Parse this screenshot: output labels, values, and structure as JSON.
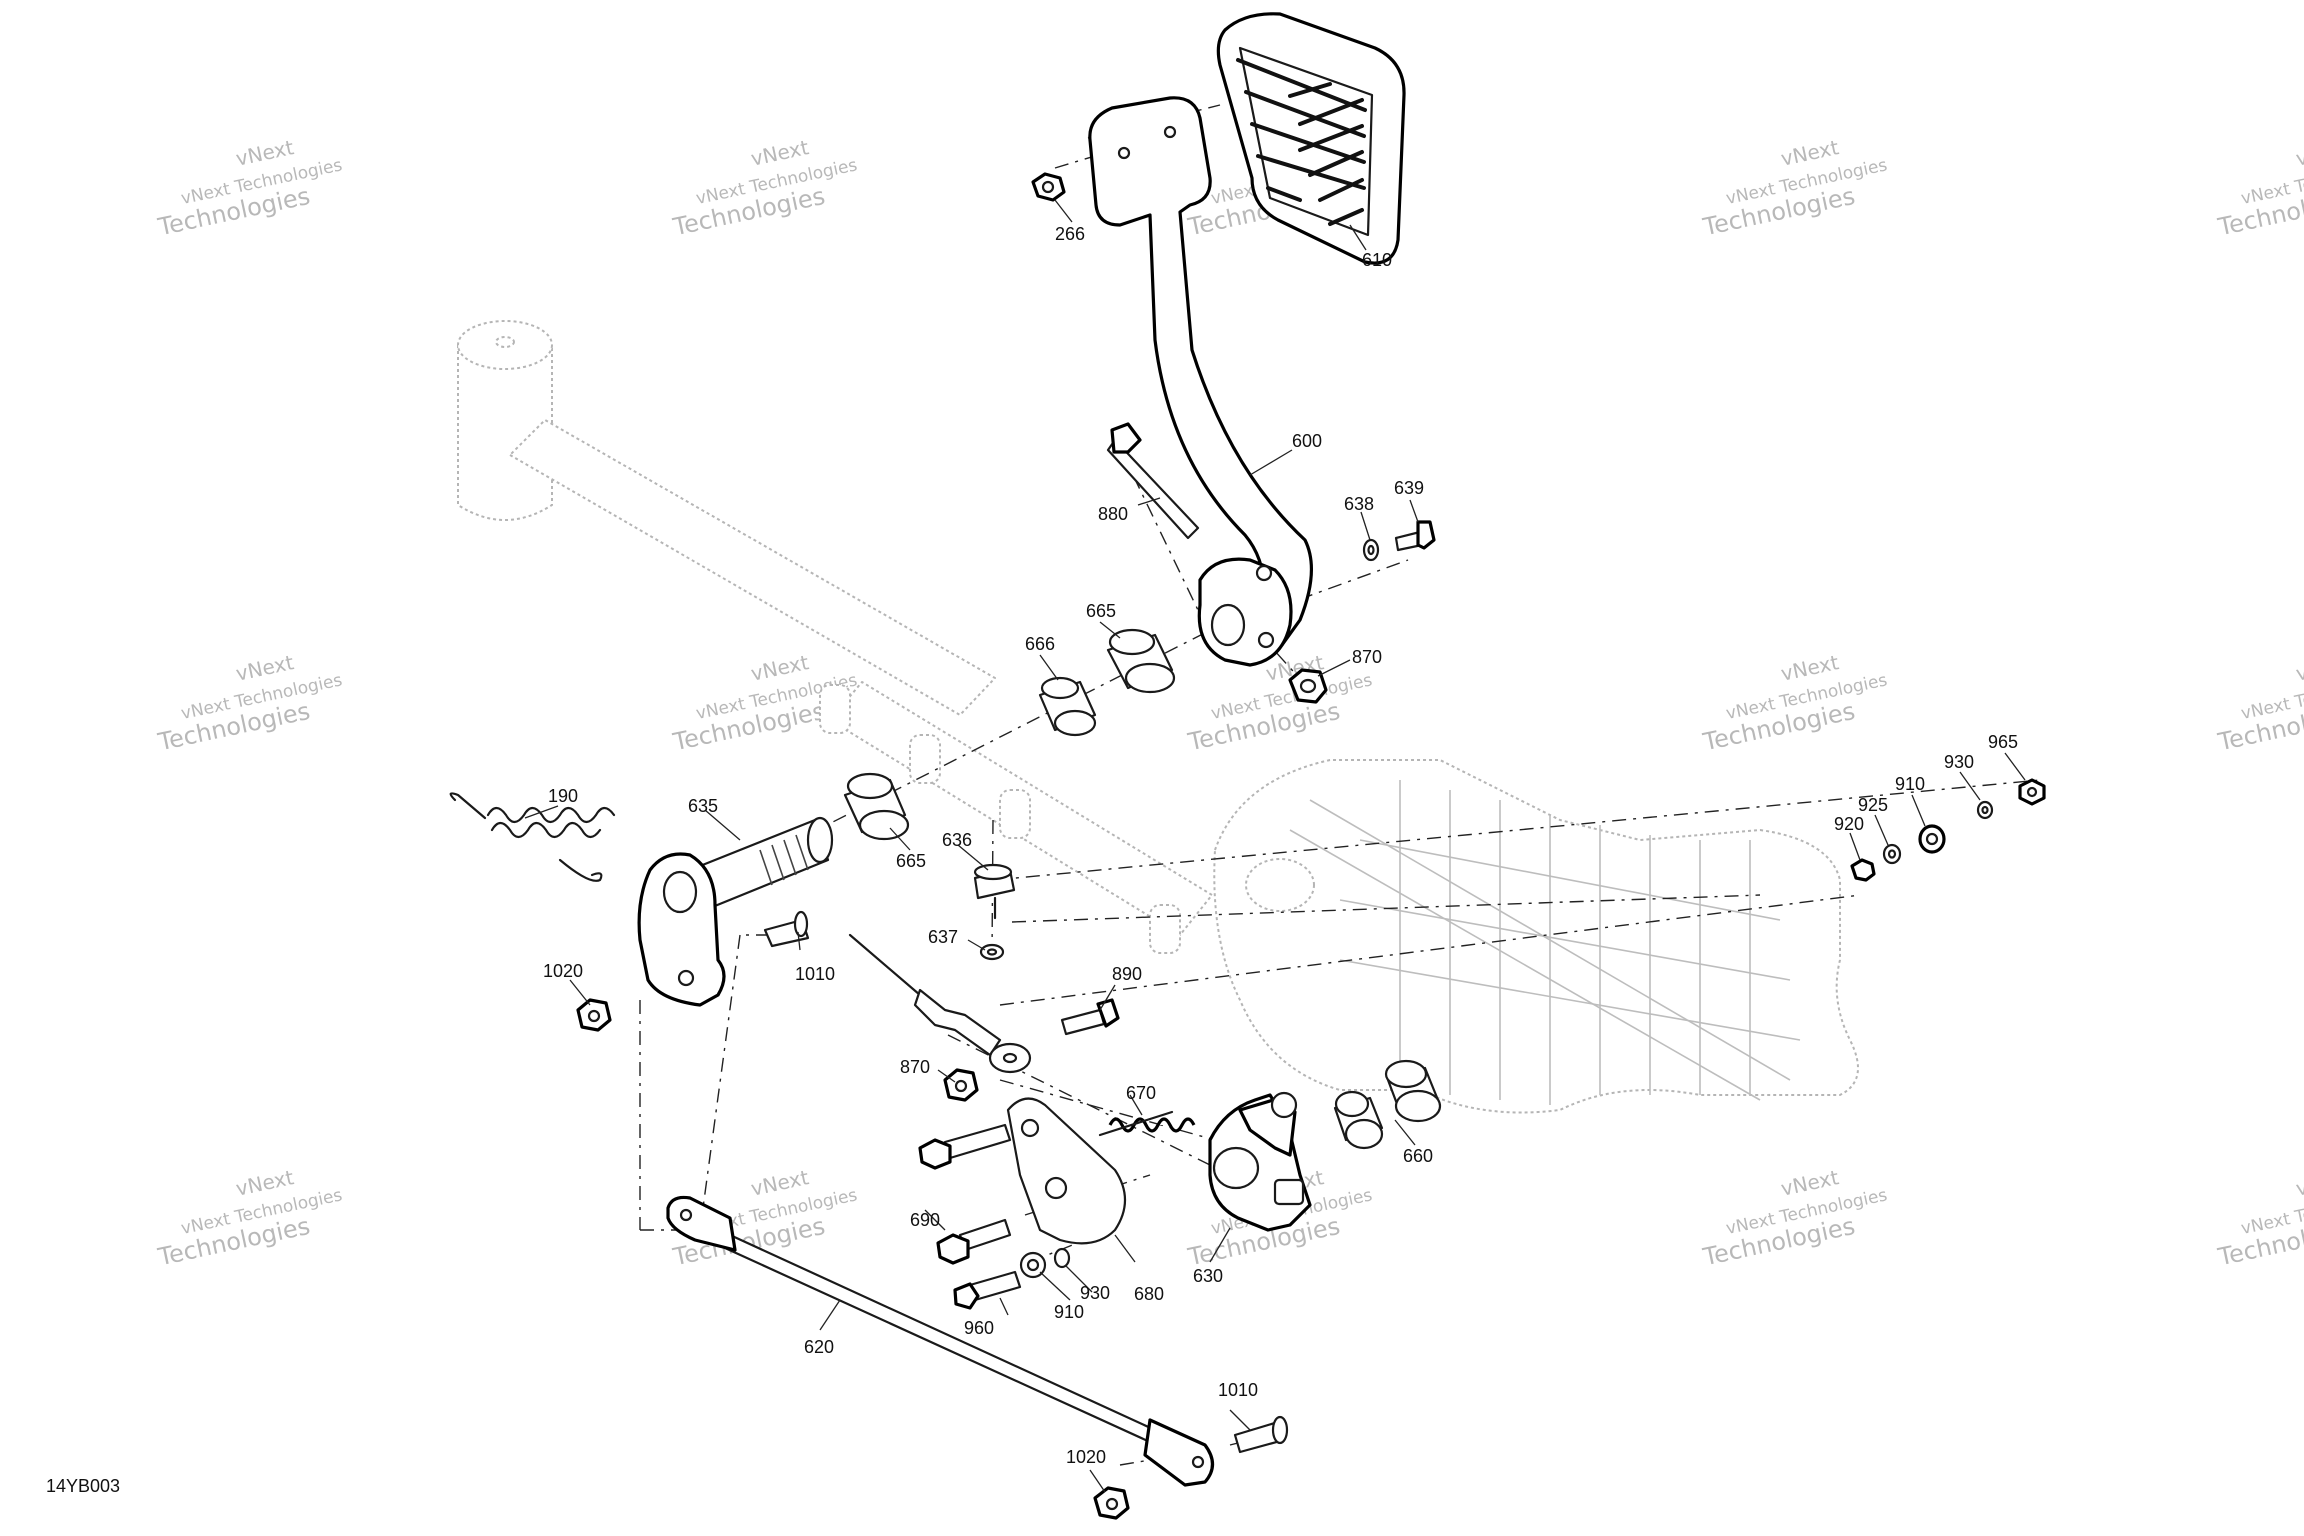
{
  "document": {
    "code": "14YB003"
  },
  "watermark": {
    "line1": "vNext Technologies",
    "line2": "Technologies",
    "mark": "vNext"
  },
  "parts": [
    {
      "id": "266",
      "label": "266"
    },
    {
      "id": "610",
      "label": "610"
    },
    {
      "id": "600",
      "label": "600"
    },
    {
      "id": "880",
      "label": "880"
    },
    {
      "id": "638",
      "label": "638"
    },
    {
      "id": "639",
      "label": "639"
    },
    {
      "id": "665a",
      "label": "665"
    },
    {
      "id": "666",
      "label": "666"
    },
    {
      "id": "870a",
      "label": "870"
    },
    {
      "id": "190",
      "label": "190"
    },
    {
      "id": "635",
      "label": "635"
    },
    {
      "id": "665b",
      "label": "665"
    },
    {
      "id": "636",
      "label": "636"
    },
    {
      "id": "637",
      "label": "637"
    },
    {
      "id": "1010a",
      "label": "1010"
    },
    {
      "id": "1020a",
      "label": "1020"
    },
    {
      "id": "890",
      "label": "890"
    },
    {
      "id": "870b",
      "label": "870"
    },
    {
      "id": "670",
      "label": "670"
    },
    {
      "id": "660",
      "label": "660"
    },
    {
      "id": "690",
      "label": "690"
    },
    {
      "id": "930a",
      "label": "930"
    },
    {
      "id": "910a",
      "label": "910"
    },
    {
      "id": "960",
      "label": "960"
    },
    {
      "id": "680",
      "label": "680"
    },
    {
      "id": "630",
      "label": "630"
    },
    {
      "id": "620",
      "label": "620"
    },
    {
      "id": "1010b",
      "label": "1010"
    },
    {
      "id": "1020b",
      "label": "1020"
    },
    {
      "id": "920",
      "label": "920"
    },
    {
      "id": "925",
      "label": "925"
    },
    {
      "id": "910b",
      "label": "910"
    },
    {
      "id": "930b",
      "label": "930"
    },
    {
      "id": "965",
      "label": "965"
    }
  ]
}
